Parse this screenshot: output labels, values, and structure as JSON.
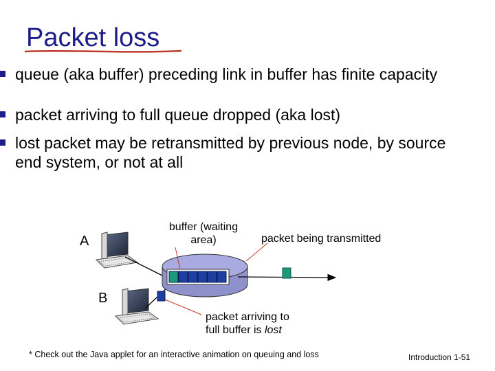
{
  "slide": {
    "title": "Packet loss",
    "bullets": [
      "queue (aka buffer) preceding link in buffer has finite capacity",
      "packet arriving to full queue dropped (aka lost)",
      "lost packet may be retransmitted by previous node, by source end system, or not at all"
    ]
  },
  "diagram": {
    "host_a_label": "A",
    "host_b_label": "B",
    "buffer_label": "buffer (waiting area)",
    "transmit_label": "packet being transmitted",
    "lost_label_prefix": "packet arriving to full buffer is ",
    "lost_label_emph": "lost",
    "packet_color": "#1a9a7a",
    "lost_packet_color": "#1f3fa0",
    "router_color": "#9c9ed6",
    "buffer_slots": 6
  },
  "footer": {
    "footnote": "* Check out the Java applet for an interactive animation on queuing and loss",
    "slide_number": "Introduction 1-51"
  }
}
